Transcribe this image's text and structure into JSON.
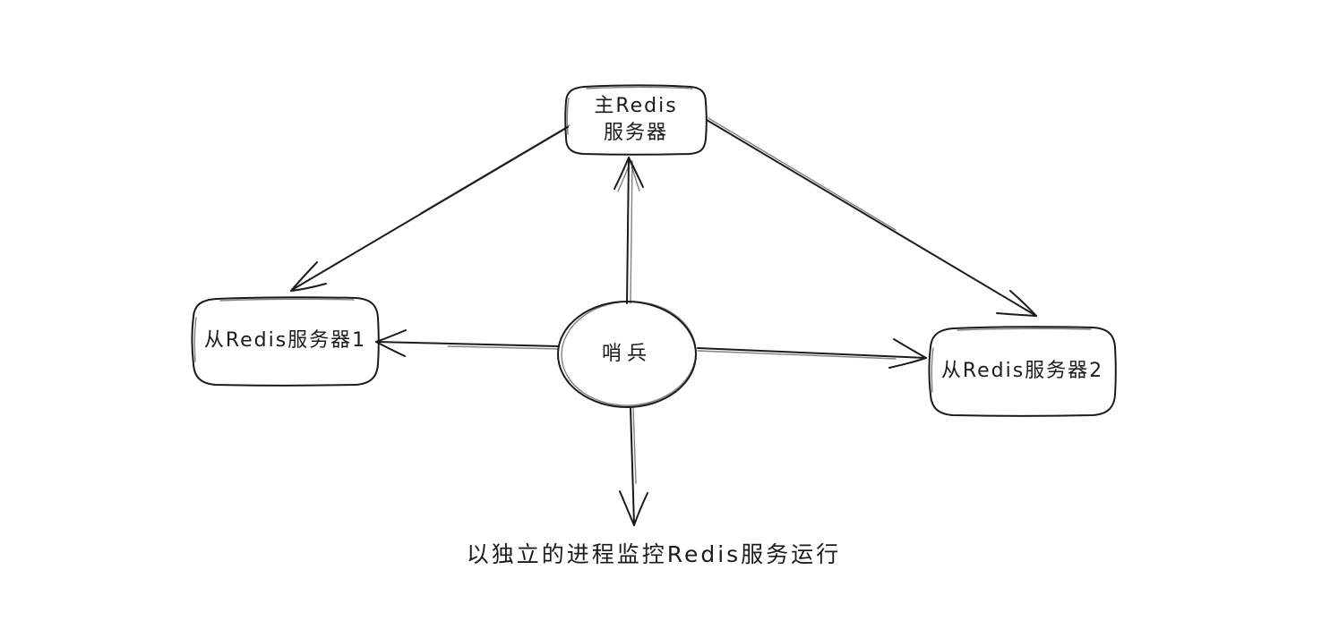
{
  "diagram": {
    "title": "Redis Sentinel architecture (hand-drawn)",
    "background_color": "#ffffff",
    "stroke_color": "#1b1b1b",
    "nodes": {
      "master": {
        "id": "master",
        "shape": "rounded-rectangle",
        "label": "主Redis服务器"
      },
      "slave1": {
        "id": "slave1",
        "shape": "rounded-rectangle",
        "label": "从Redis服务器1"
      },
      "slave2": {
        "id": "slave2",
        "shape": "rounded-rectangle",
        "label": "从Redis服务器2"
      },
      "sentinel": {
        "id": "sentinel",
        "shape": "ellipse",
        "label": "哨兵"
      }
    },
    "edges": [
      {
        "from": "master",
        "to": "slave1",
        "arrowhead": "end",
        "style": "hand-drawn-line"
      },
      {
        "from": "master",
        "to": "slave2",
        "arrowhead": "end",
        "style": "hand-drawn-line"
      },
      {
        "from": "sentinel",
        "to": "master",
        "arrowhead": "end",
        "style": "hand-drawn-line"
      },
      {
        "from": "sentinel",
        "to": "slave1",
        "arrowhead": "end",
        "style": "hand-drawn-line"
      },
      {
        "from": "sentinel",
        "to": "slave2",
        "arrowhead": "end",
        "style": "hand-drawn-line"
      },
      {
        "from": "sentinel",
        "to": "annotation",
        "arrowhead": "end",
        "style": "hand-drawn-line"
      }
    ],
    "annotation": "以独立的进程监控Redis服务运行"
  }
}
